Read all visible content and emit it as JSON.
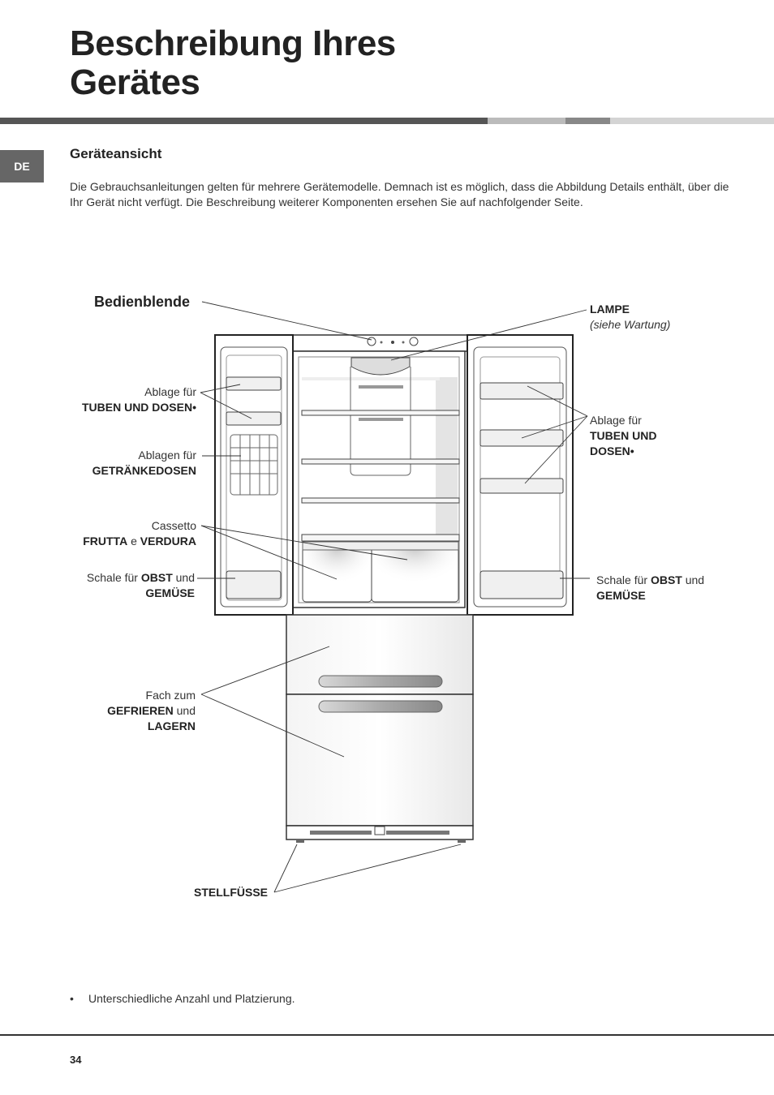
{
  "header": {
    "title_line1": "Beschreibung Ihres",
    "title_line2": "Gerätes"
  },
  "lang_tab": "DE",
  "section_heading": "Geräteansicht",
  "intro": "Die Gebrauchsanleitungen gelten für mehrere Gerätemodelle. Demnach ist es möglich, dass die Abbildung Details enthält, über die Ihr Gerät nicht verfügt. Die Beschreibung weiterer Komponenten ersehen Sie auf nachfolgender Seite.",
  "labels": {
    "bedienblende": "Bedienblende",
    "lampe": "LAMPE",
    "lampe_note": "(siehe Wartung)",
    "ablage_left_1": "Ablage für",
    "ablage_left_2": "TUBEN UND DOSEN•",
    "getraenke_1": "Ablagen für",
    "getraenke_2": "GETRÄNKEDOSEN",
    "cassetto_1": "Cassetto",
    "cassetto_frutta": "FRUTTA",
    "cassetto_e": " e ",
    "cassetto_verdura": "VERDURA",
    "schale_left_pre": "Schale für ",
    "schale_left_obst": "OBST",
    "schale_left_und": " und",
    "schale_left_gemuese": "GEMÜSE",
    "ablage_right_1": "Ablage für",
    "ablage_right_2": "TUBEN UND",
    "ablage_right_3": "DOSEN•",
    "schale_right_pre": "Schale für ",
    "schale_right_obst": "OBST",
    "schale_right_und": " und",
    "schale_right_gemuese": "GEMÜSE",
    "fach_1": "Fach zum",
    "fach_2": "GEFRIEREN",
    "fach_und": " und",
    "fach_3": "LAGERN",
    "stellfuesse": "STELLFÜSSE"
  },
  "footnote_bullet": "•",
  "footnote": "Unterschiedliche Anzahl und Platzierung.",
  "page_number": "34",
  "colors": {
    "bar_dark": "#555555",
    "bar_light": "#bbbbbb",
    "bar_mid": "#888888",
    "bar_pale": "#d4d4d4",
    "tab_bg": "#666666"
  }
}
